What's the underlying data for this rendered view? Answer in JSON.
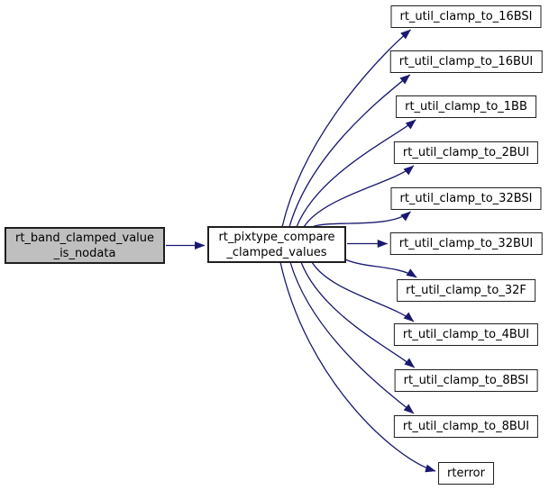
{
  "diagram": {
    "root": {
      "lines": [
        "rt_band_clamped_value",
        "_is_nodata"
      ]
    },
    "caller": {
      "lines": [
        "rt_pixtype_compare",
        "_clamped_values"
      ]
    },
    "callees": [
      {
        "label": "rt_util_clamp_to_16BSI"
      },
      {
        "label": "rt_util_clamp_to_16BUI"
      },
      {
        "label": "rt_util_clamp_to_1BB"
      },
      {
        "label": "rt_util_clamp_to_2BUI"
      },
      {
        "label": "rt_util_clamp_to_32BSI"
      },
      {
        "label": "rt_util_clamp_to_32BUI"
      },
      {
        "label": "rt_util_clamp_to_32F"
      },
      {
        "label": "rt_util_clamp_to_4BUI"
      },
      {
        "label": "rt_util_clamp_to_8BSI"
      },
      {
        "label": "rt_util_clamp_to_8BUI"
      },
      {
        "label": "rterror"
      }
    ],
    "colors": {
      "edge": "#191970",
      "node_border": "#202020",
      "root_fill": "#bfbfbf",
      "node_fill": "#ffffff",
      "background": "#ffffff"
    }
  }
}
